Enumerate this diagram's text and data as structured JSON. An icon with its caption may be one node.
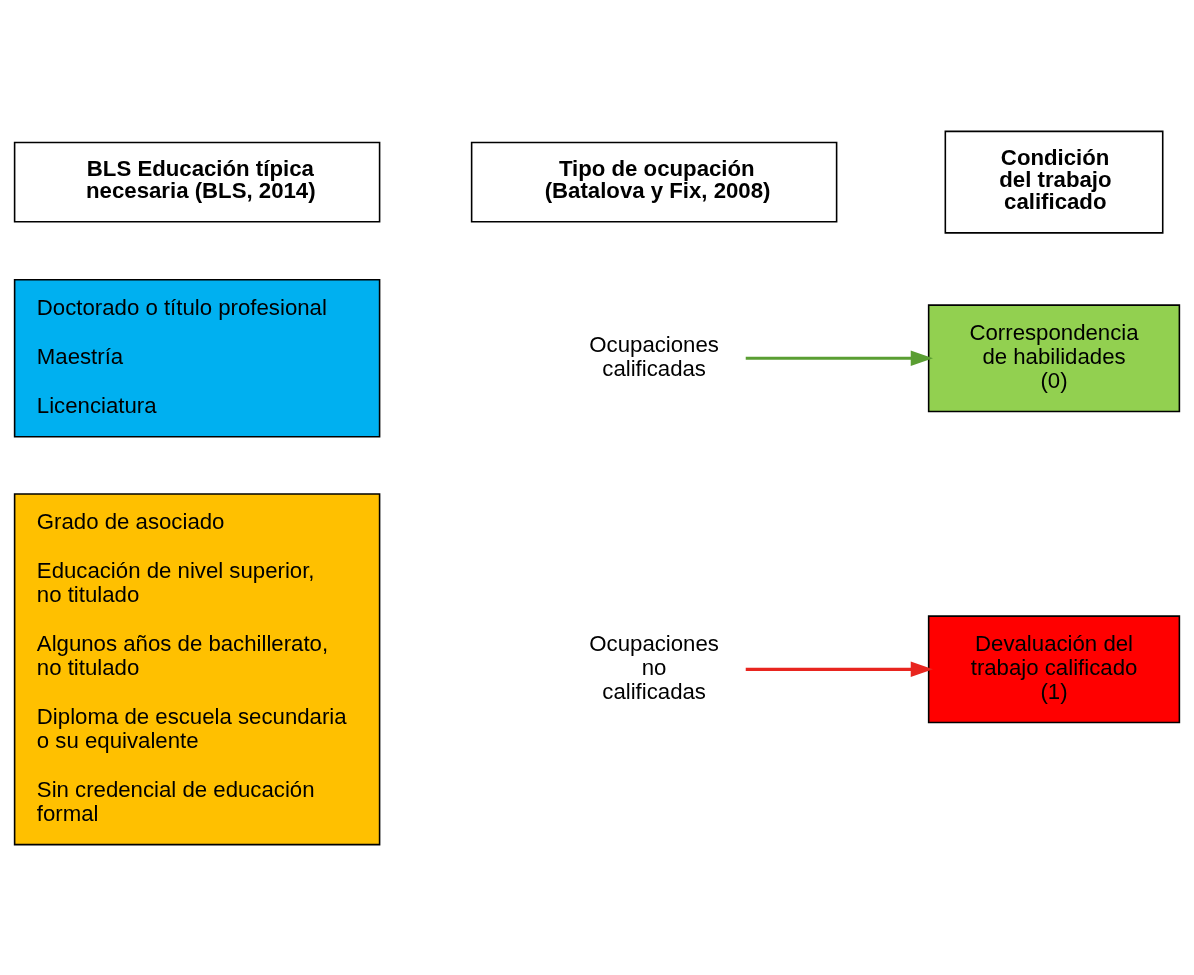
{
  "diagram": {
    "nodes": [
      {
        "text": [
          "BLS Educación típica necesaria (BLS, 2014)"
        ]
      },
      {
        "text": [
          "Tipo de ocupación (Batalova y Fix, 2008)"
        ]
      },
      {
        "text": [
          "Condición del trabajo calificado"
        ]
      },
      {
        "text": [
          "Doctorado o título profesional",
          "Maestría",
          "Licenciatura"
        ]
      },
      {
        "text": [
          "Grado de asociado",
          "Educación de nivel superior, no titulado",
          "Algunos años de bachillerato, no titulado",
          "Diploma de escuela secundaria o su equivalente",
          "Sin credencial de educación formal"
        ]
      },
      {
        "text": [
          "Ocupaciones calificadas"
        ]
      },
      {
        "text": [
          "Correspondencia de habilidades (0)"
        ]
      },
      {
        "text": [
          "Ocupaciones no calificadas"
        ]
      },
      {
        "text": [
          "Devaluación del trabajo calificado (1)"
        ]
      }
    ],
    "edges": [
      {
        "from": 5,
        "to": 6,
        "arrow": "to",
        "color": "#5a9e32"
      },
      {
        "from": 7,
        "to": 8,
        "arrow": "to",
        "color": "#e8251f"
      }
    ]
  }
}
